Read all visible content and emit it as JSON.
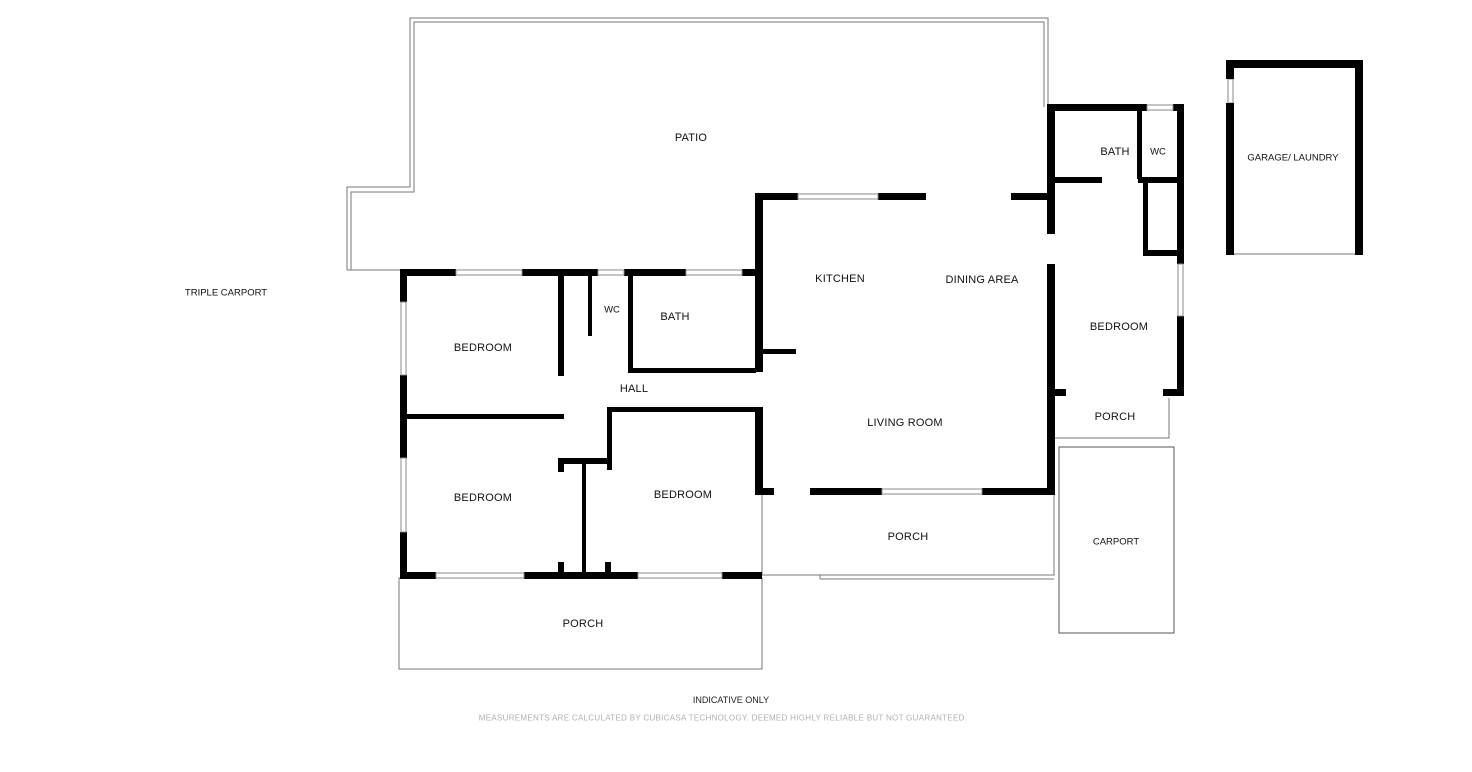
{
  "rooms": {
    "patio": "PATIO",
    "triple_carport": "TRIPLE CARPORT",
    "bedroom_nw": "BEDROOM",
    "wc_main": "WC",
    "bath_main": "BATH",
    "hall": "HALL",
    "kitchen": "KITCHEN",
    "dining_area": "DINING AREA",
    "living_room": "LIVING ROOM",
    "bedroom_sw": "BEDROOM",
    "bedroom_s": "BEDROOM",
    "porch_south": "PORCH",
    "porch_living": "PORCH",
    "bath_annex": "BATH",
    "wc_annex": "WC",
    "bedroom_annex": "BEDROOM",
    "porch_annex": "PORCH",
    "carport": "CARPORT",
    "garage_laundry": "GARAGE/ LAUNDRY"
  },
  "footer": {
    "indicative": "INDICATIVE ONLY",
    "disclaimer": "MEASUREMENTS ARE CALCULATED BY CUBICASA TECHNOLOGY. DEEMED HIGHLY RELIABLE BUT NOT GUARANTEED."
  },
  "colors": {
    "wall": "#000000",
    "outline": "#777777",
    "disclaimer": "#b0b0b0"
  }
}
